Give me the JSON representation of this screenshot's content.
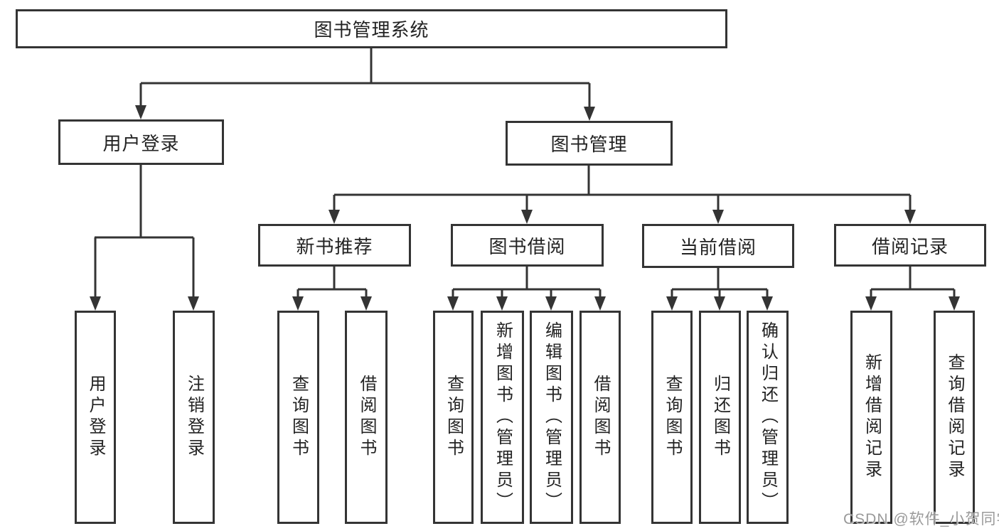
{
  "tree": {
    "root": "图书管理系统",
    "branches": [
      {
        "label": "用户登录",
        "children": [
          {
            "label": "用户登录"
          },
          {
            "label": "注销登录"
          }
        ]
      },
      {
        "label": "图书管理",
        "children": [
          {
            "label": "新书推荐",
            "children": [
              {
                "label": "查询图书"
              },
              {
                "label": "借阅图书"
              }
            ]
          },
          {
            "label": "图书借阅",
            "children": [
              {
                "label": "查询图书"
              },
              {
                "label": "新增图书（管理员）"
              },
              {
                "label": "编辑图书（管理员）"
              },
              {
                "label": "借阅图书"
              }
            ]
          },
          {
            "label": "当前借阅",
            "children": [
              {
                "label": "查询图书"
              },
              {
                "label": "归还图书"
              },
              {
                "label": "确认归还（管理员）"
              }
            ]
          },
          {
            "label": "借阅记录",
            "children": [
              {
                "label": "新增借阅记录"
              },
              {
                "label": "查询借阅记录"
              }
            ]
          }
        ]
      }
    ]
  },
  "watermark": {
    "text": "CSDN @软件_小贺同学"
  },
  "colors": {
    "line": "#343434",
    "box_border": "#343434",
    "text": "#232323",
    "watermark": "#9a9a9a",
    "background": "#ffffff"
  }
}
